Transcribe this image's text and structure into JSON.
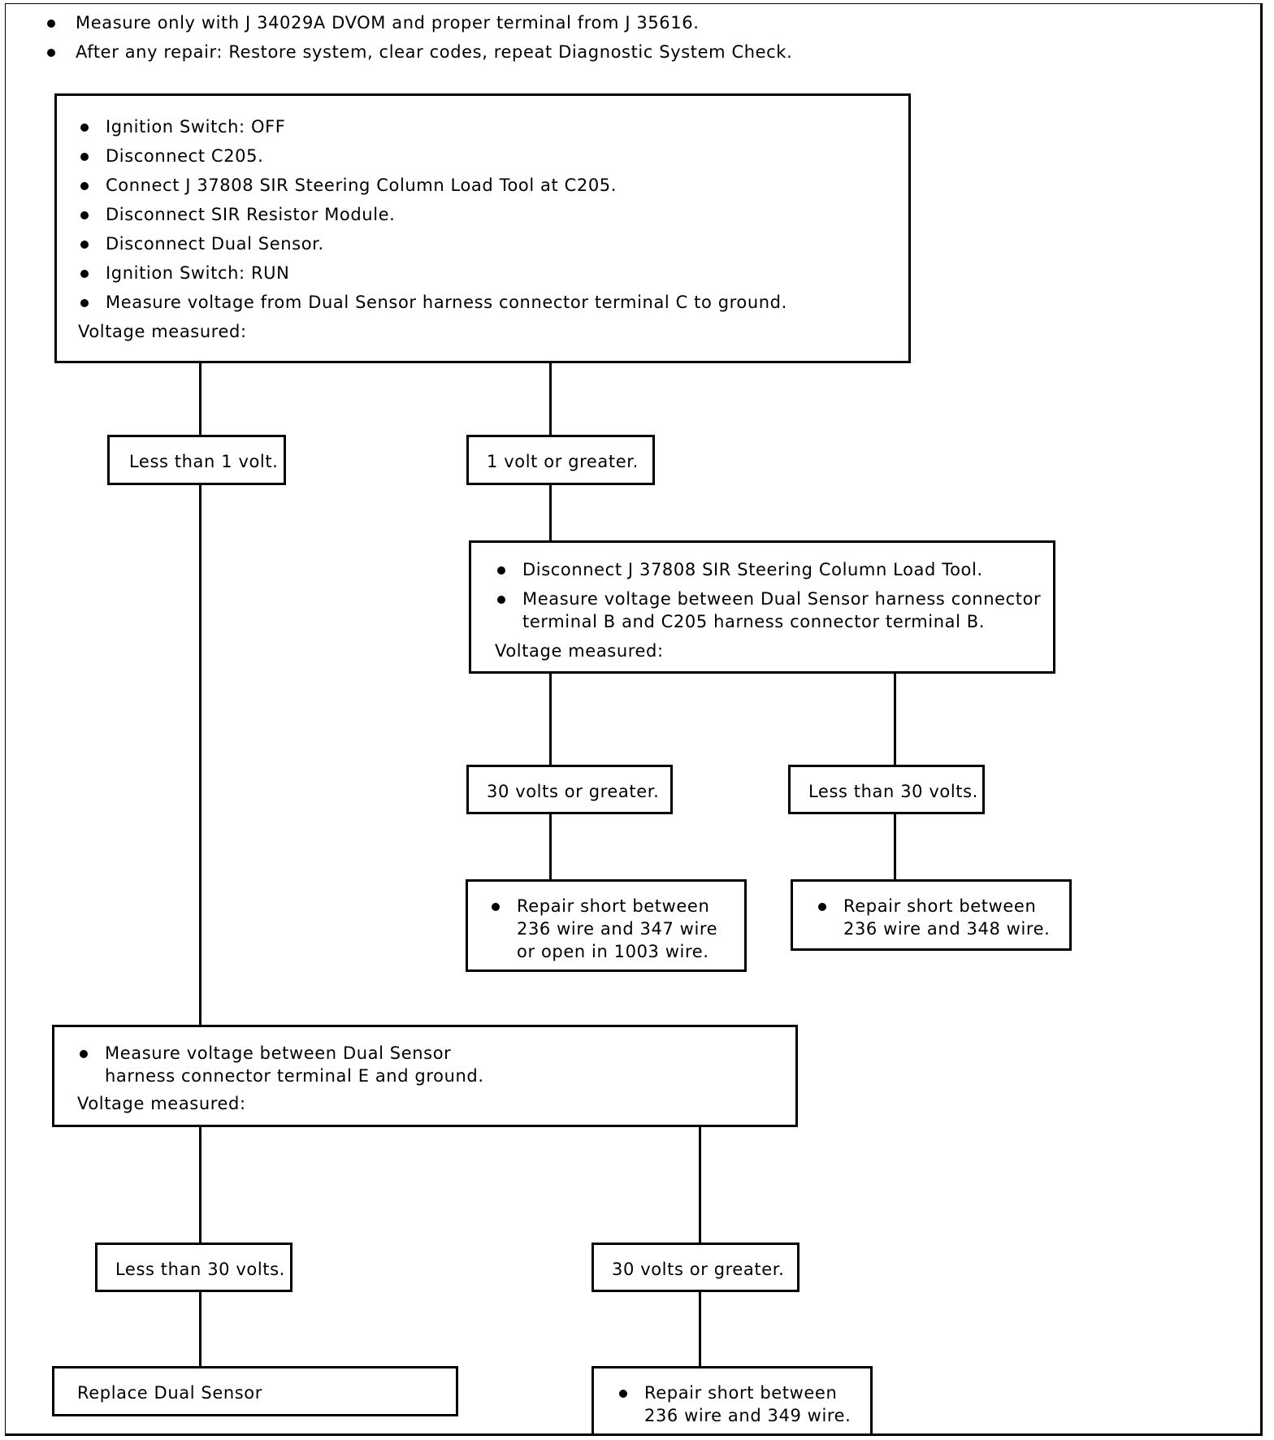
{
  "notes": [
    "Measure only with J 34029A DVOM and proper terminal from J 35616.",
    "After any repair: Restore system, clear codes, repeat Diagnostic System Check."
  ],
  "step1": {
    "items": [
      "Ignition Switch: OFF",
      "Disconnect C205.",
      "Connect J 37808 SIR Steering Column Load Tool at C205.",
      "Disconnect SIR Resistor Module.",
      "Disconnect Dual Sensor.",
      "Ignition Switch: RUN",
      "Measure voltage from Dual Sensor harness connector terminal C to ground."
    ],
    "footer": "Voltage measured:"
  },
  "step1_branches": {
    "left": "Less than 1 volt.",
    "right": "1 volt or greater."
  },
  "step2": {
    "items": [
      "Disconnect J 37808 SIR Steering Column Load Tool.",
      "Measure voltage between Dual Sensor harness connector terminal B and C205 harness connector terminal B."
    ],
    "item2_line1": "Measure voltage between Dual Sensor harness connector",
    "item2_line2": "terminal B and C205 harness connector terminal B.",
    "footer": "Voltage measured:"
  },
  "step2_branches": {
    "left": "30 volts or greater.",
    "right": "Less than 30 volts."
  },
  "step2_results": {
    "left": {
      "line1": "Repair short between",
      "line2": "236 wire and 347 wire",
      "line3": "or open in 1003 wire."
    },
    "right": {
      "line1": "Repair short between",
      "line2": "236 wire and 348 wire."
    }
  },
  "step3": {
    "line1": "Measure voltage between Dual Sensor",
    "line2": "harness connector terminal E and ground.",
    "footer": "Voltage measured:"
  },
  "step3_branches": {
    "left": "Less than 30 volts.",
    "right": "30 volts or greater."
  },
  "step3_results": {
    "left": "Replace Dual Sensor",
    "right": {
      "line1": "Repair short between",
      "line2": "236 wire and 349 wire."
    }
  }
}
